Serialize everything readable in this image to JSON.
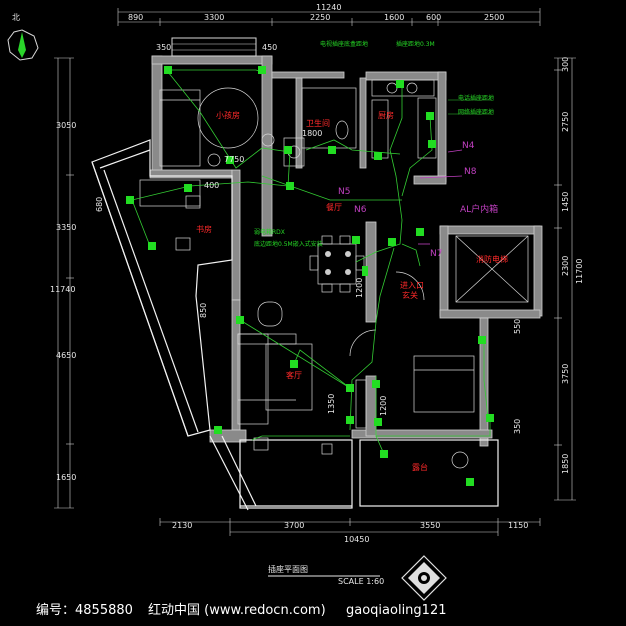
{
  "north_label": "北",
  "drawing_title": "插座平面图",
  "scale_label": "SCALE 1:60",
  "footer": {
    "id_label": "编号：4855880",
    "site_label": "红动中国 (www.redocn.com)",
    "author_label": "gaoqiaoling121"
  },
  "dims": {
    "top_total": "11240",
    "top_segments": [
      "890",
      "3300",
      "2250",
      "1600",
      "600",
      "2500"
    ],
    "bottom_segments": [
      "2130",
      "3700",
      "3550",
      "1150"
    ],
    "bottom_total": "10450",
    "left_total": "11740",
    "left_segments": [
      "3050",
      "3350",
      "4650",
      "1650"
    ],
    "right_total": "11700",
    "right_segments": [
      "300",
      "2750",
      "1450",
      "2300",
      "3750",
      "1850"
    ],
    "inner": [
      "350",
      "450",
      "1800",
      "400",
      "7750",
      "1200",
      "850",
      "1350",
      "1200",
      "550",
      "350",
      "680"
    ]
  },
  "rooms": {
    "small_bedroom": "小孩房",
    "study": "书房",
    "bath1": "卫生间",
    "kitchen": "厨房",
    "dining": "餐厅",
    "living": "客厅",
    "elevator": "消防电梯",
    "balcony": "露台",
    "entrance_line1": "进入口",
    "entrance_line2": "玄关"
  },
  "circuits": [
    "N4",
    "N8",
    "N5",
    "N6",
    "N7",
    "AL户内箱"
  ],
  "notes": {
    "n1": "电视插座底盒距地",
    "n2": "插座距地0.3M",
    "n3": "电话插座距地",
    "n4": "网络插座距地",
    "panel_line1": "弱电箱RDX",
    "panel_line2": "底边距地0.5M嵌入式安装"
  }
}
